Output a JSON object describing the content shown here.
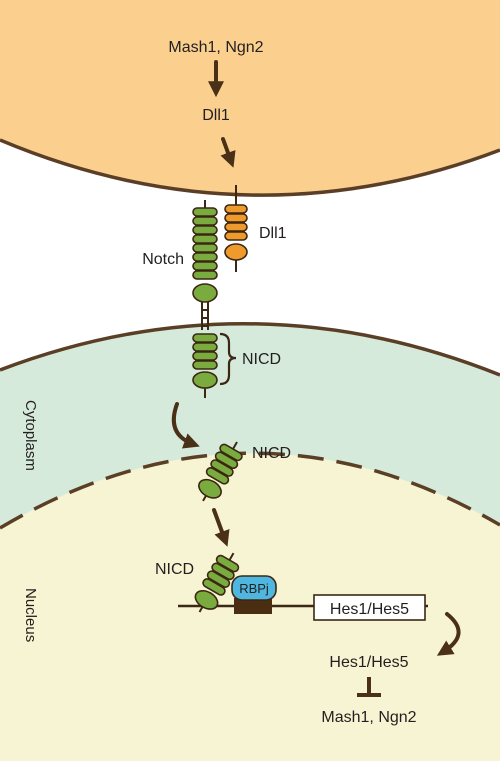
{
  "top_cell": {
    "line1": "Mash1, Ngn2",
    "line2": "Dll1"
  },
  "membrane_labels": {
    "notch": "Notch",
    "ligand": "Dll1"
  },
  "nicd_labels": {
    "membrane": "NICD",
    "cytoplasm": "NICD",
    "nucleus": "NICD"
  },
  "compartments": {
    "cytoplasm": "Cytoplasm",
    "nucleus": "Nucleus"
  },
  "rbpj": "RBPj",
  "gene_box": "Hes1/Hes5",
  "product": "Hes1/Hes5",
  "repressed": "Mash1, Ngn2",
  "colors": {
    "signal_cell": "#fbd08f",
    "cytoplasm": "#d6eadb",
    "nucleus": "#f7f4d3",
    "notch": "#7aab3e",
    "dll1": "#ef9a2d",
    "rbpj": "#4fb7df",
    "arrow": "#4a3016"
  }
}
